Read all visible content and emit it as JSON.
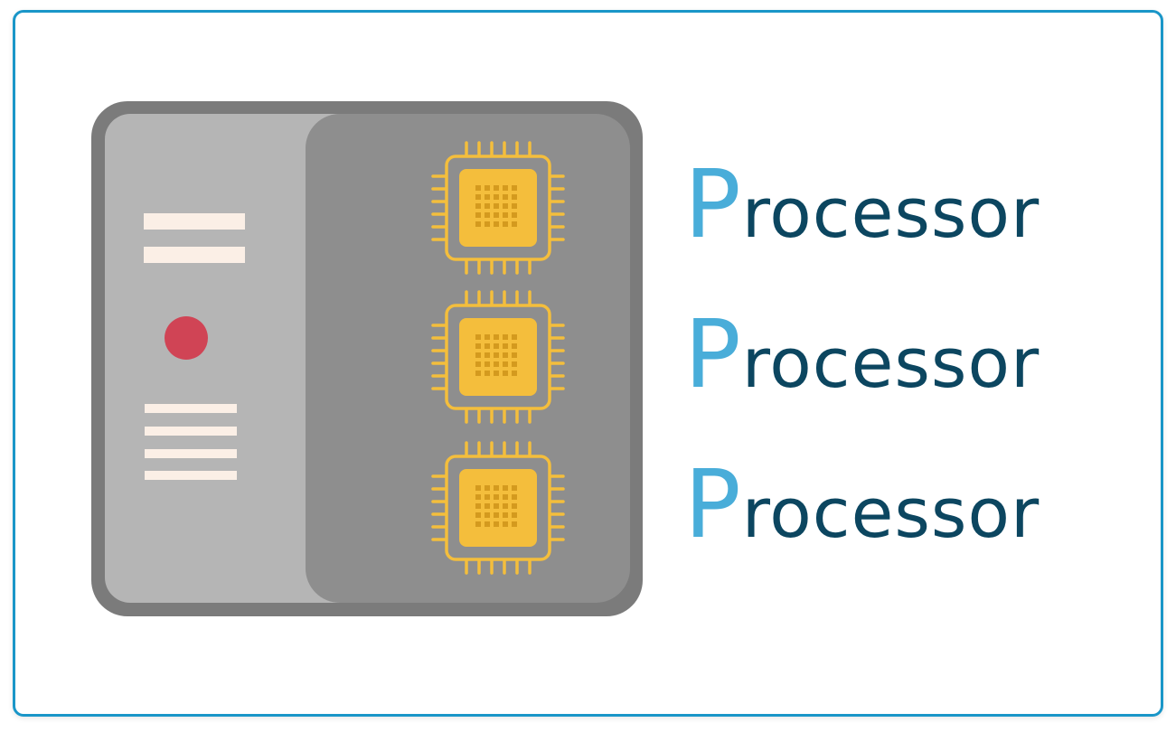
{
  "labels": [
    {
      "initial": "P",
      "rest": "rocessor"
    },
    {
      "initial": "P",
      "rest": "rocessor"
    },
    {
      "initial": "P",
      "rest": "rocessor"
    }
  ],
  "colors": {
    "frame_border": "#1a96c8",
    "case_outer": "#7b7b7b",
    "case_left_panel": "#b5b5b5",
    "case_right_panel": "#8e8e8e",
    "vent_slots": "#fbefe6",
    "power_led": "#d04455",
    "chip": "#f4be3c",
    "chip_die_grid": "#d49a1e",
    "label_initial": "#49add9",
    "label_text": "#0c4660"
  },
  "icons": [
    "computer-case-icon",
    "power-led-icon",
    "cpu-chip-icon"
  ]
}
